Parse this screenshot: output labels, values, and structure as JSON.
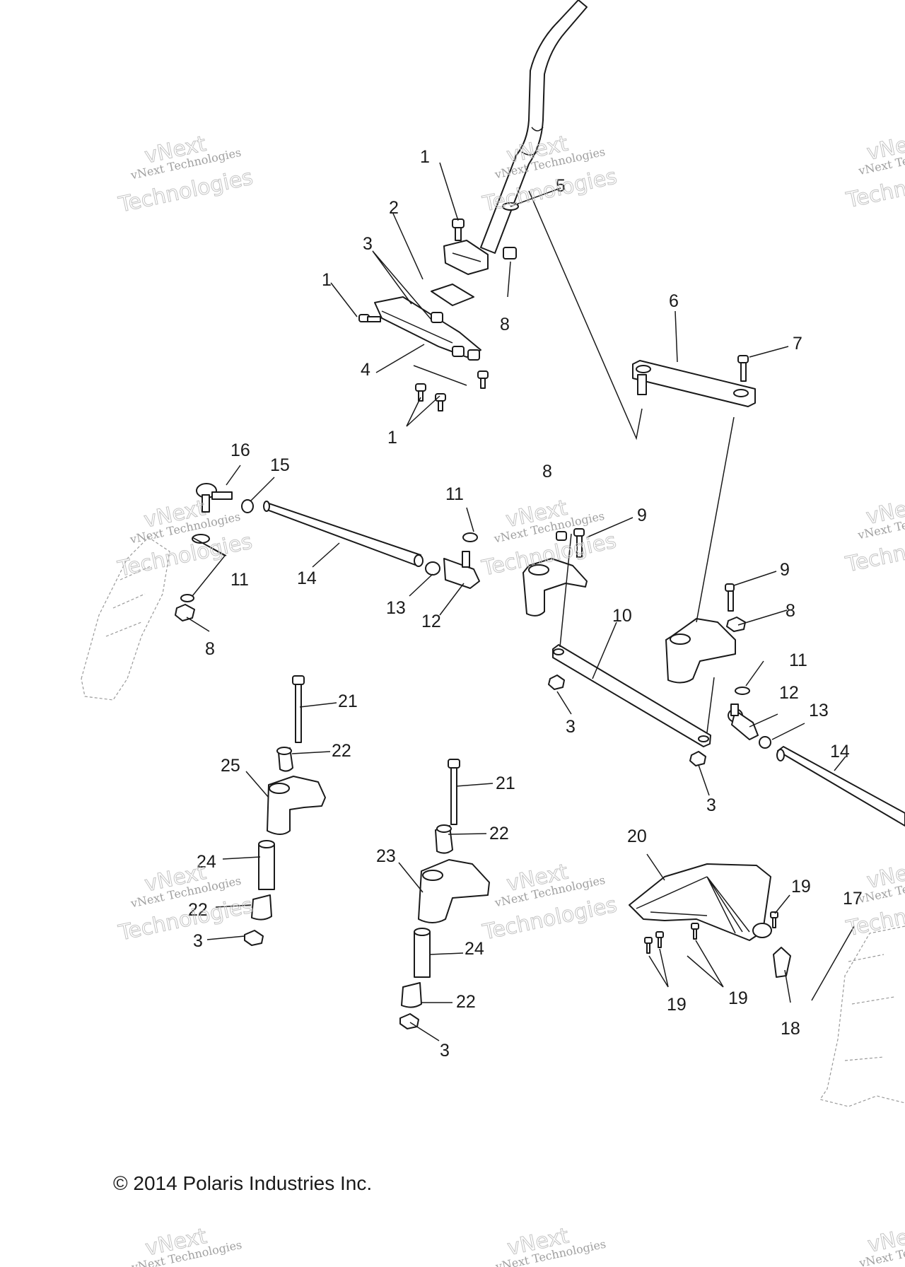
{
  "copyright": "© 2014 Polaris Industries Inc.",
  "watermark": {
    "line1": "vNext Technologies",
    "line2": "vNext",
    "line3": "Technologies"
  },
  "callouts": [
    "1",
    "2",
    "3",
    "1",
    "4",
    "1",
    "5",
    "8",
    "6",
    "7",
    "16",
    "15",
    "11",
    "8",
    "9",
    "14",
    "11",
    "8",
    "13",
    "12",
    "9",
    "10",
    "8",
    "11",
    "12",
    "13",
    "3",
    "3",
    "14",
    "21",
    "22",
    "25",
    "24",
    "22",
    "3",
    "21",
    "22",
    "23",
    "24",
    "22",
    "3",
    "20",
    "19",
    "19",
    "19",
    "17",
    "18"
  ],
  "colors": {
    "ink": "#1a1a1a",
    "watermark": "#a0a0a0"
  }
}
